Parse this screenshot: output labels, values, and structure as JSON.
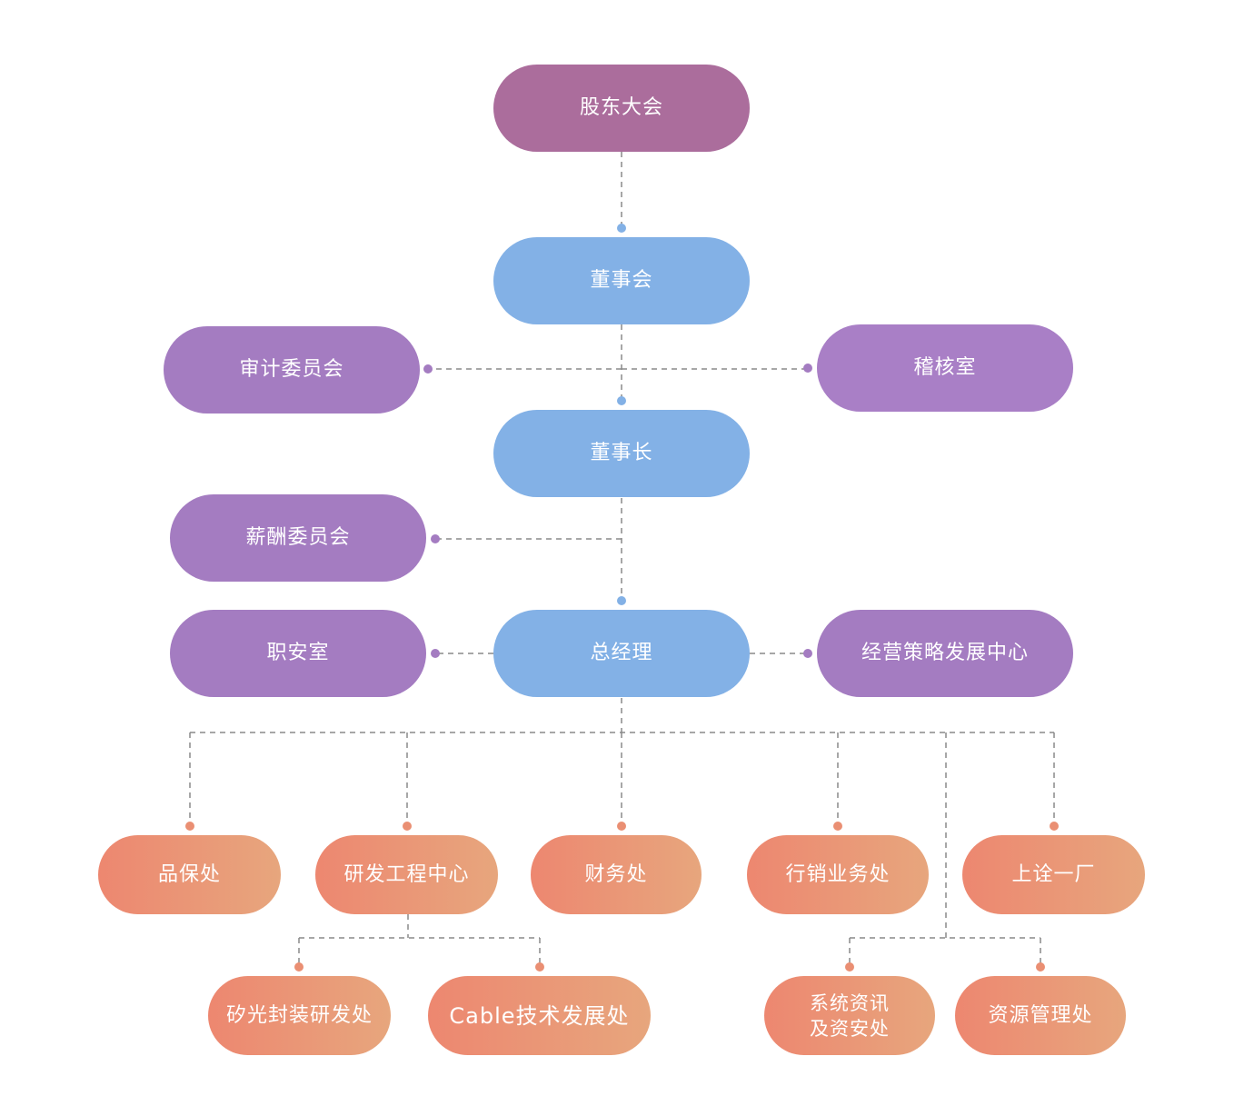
{
  "diagram": {
    "type": "org-chart",
    "colors": {
      "top": "#ab6d9c",
      "board": "#83b1e6",
      "committee": "#a47cc1",
      "department_start": "#ed8770",
      "department_end": "#e7a67d",
      "connector": "#8a8a8a"
    },
    "nodes": {
      "shareholders": "股东大会",
      "board": "董事会",
      "audit_committee": "审计委员会",
      "audit_office": "稽核室",
      "chairman": "董事长",
      "compensation_committee": "薪酬委员会",
      "general_manager": "总经理",
      "safety_office": "职安室",
      "strategy_center": "经营策略发展中心",
      "quality": "品保处",
      "rnd_center": "研发工程中心",
      "finance": "财务处",
      "sales": "行销业务处",
      "factory": "上诠一厂",
      "silicon_photonics": "矽光封装研发处",
      "cable_tech": "Cable技术发展处",
      "it_security": "系统资讯\n及资安处",
      "resource_mgmt": "资源管理处"
    },
    "edges": [
      [
        "shareholders",
        "board"
      ],
      [
        "board",
        "audit_committee"
      ],
      [
        "board",
        "audit_office"
      ],
      [
        "board",
        "chairman"
      ],
      [
        "chairman",
        "compensation_committee"
      ],
      [
        "chairman",
        "general_manager"
      ],
      [
        "general_manager",
        "safety_office"
      ],
      [
        "general_manager",
        "strategy_center"
      ],
      [
        "general_manager",
        "quality"
      ],
      [
        "general_manager",
        "rnd_center"
      ],
      [
        "general_manager",
        "finance"
      ],
      [
        "general_manager",
        "sales"
      ],
      [
        "general_manager",
        "factory"
      ],
      [
        "rnd_center",
        "silicon_photonics"
      ],
      [
        "rnd_center",
        "cable_tech"
      ],
      [
        "general_manager",
        "it_security"
      ],
      [
        "general_manager",
        "resource_mgmt"
      ]
    ]
  }
}
